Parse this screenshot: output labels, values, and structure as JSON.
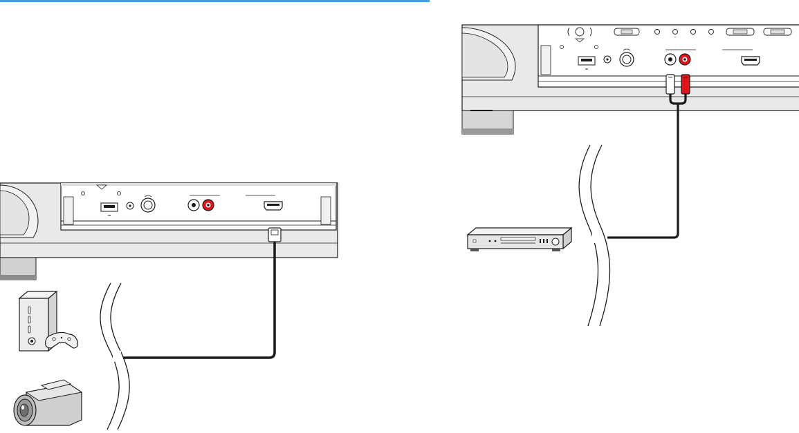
{
  "diagram": {
    "header_rule_color": "#3aa0e8",
    "left_panel": {
      "title": "",
      "receiver": "front-panel-hdmi-aux-usb",
      "cable": "hdmi-cable",
      "devices": [
        "game-console-icon",
        "camcorder-icon"
      ]
    },
    "right_panel": {
      "title": "",
      "receiver": "front-panel-aux-analog",
      "cable": "stereo-rca-cable",
      "devices": [
        "cd-player-icon"
      ]
    },
    "colors": {
      "line": "#1a1a1a",
      "panel_gray": "#e9e9e9",
      "panel_dark": "#bdbdbd",
      "rca_red": "#e0141b",
      "rca_white": "#ffffff"
    }
  }
}
